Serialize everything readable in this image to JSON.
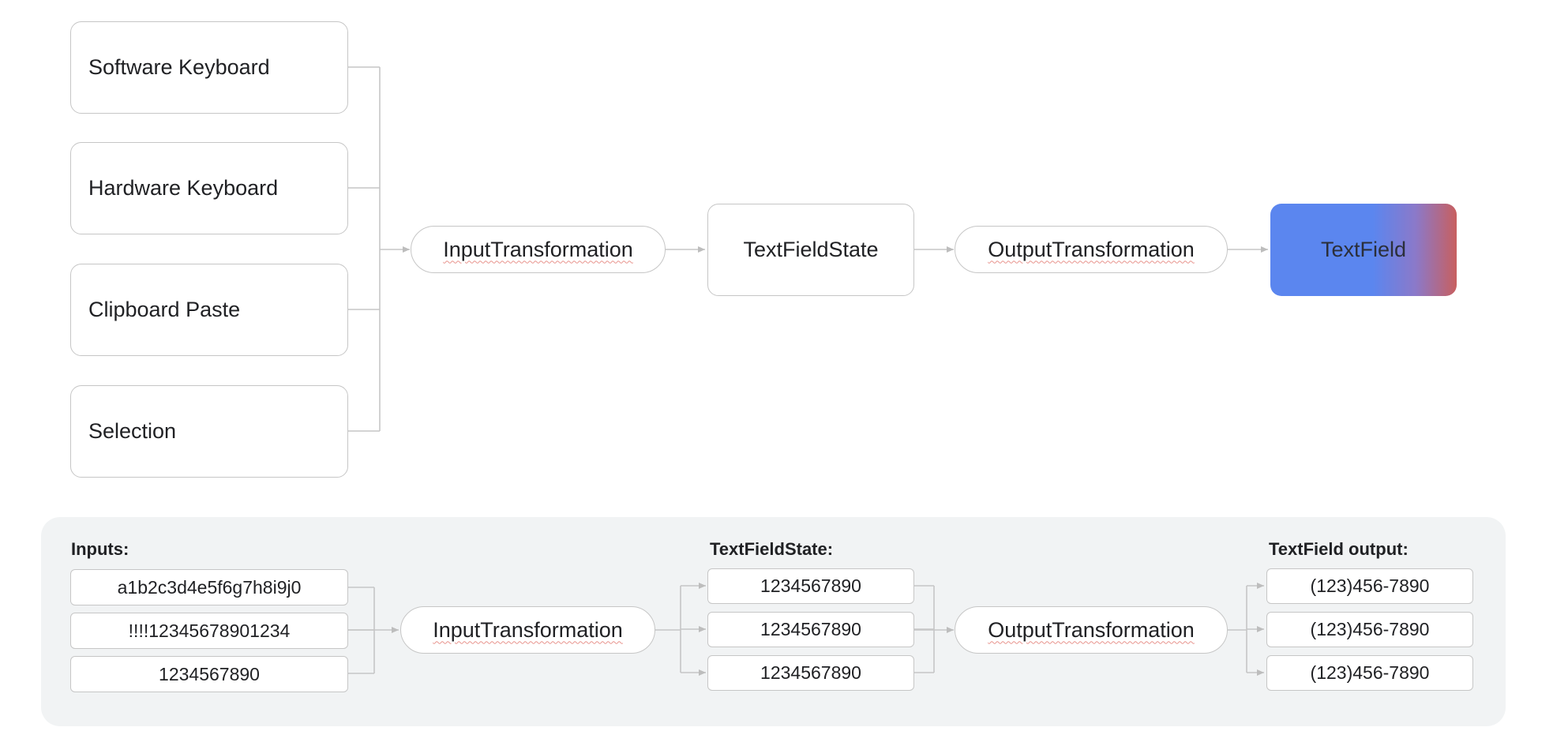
{
  "sources": [
    "Software Keyboard",
    "Hardware Keyboard",
    "Clipboard Paste",
    "Selection"
  ],
  "pipeline": {
    "input_transformation": "InputTransformation",
    "state": "TextFieldState",
    "output_transformation": "OutputTransformation",
    "text_field": "TextField"
  },
  "example": {
    "inputs_header": "Inputs:",
    "inputs": [
      "a1b2c3d4e5f6g7h8i9j0",
      "!!!!12345678901234",
      "1234567890"
    ],
    "input_transformation": "InputTransformation",
    "state_header": "TextFieldState:",
    "state_values": [
      "1234567890",
      "1234567890",
      "1234567890"
    ],
    "output_transformation": "OutputTransformation",
    "output_header": "TextField output:",
    "outputs": [
      "(123)456-7890",
      "(123)456-7890",
      "(123)456-7890"
    ]
  },
  "colors": {
    "line": "#c6c6c6",
    "panel": "#f1f3f4",
    "text_field_gradient": [
      "#5b86ef",
      "#8b79c9",
      "#c85f5f"
    ]
  }
}
